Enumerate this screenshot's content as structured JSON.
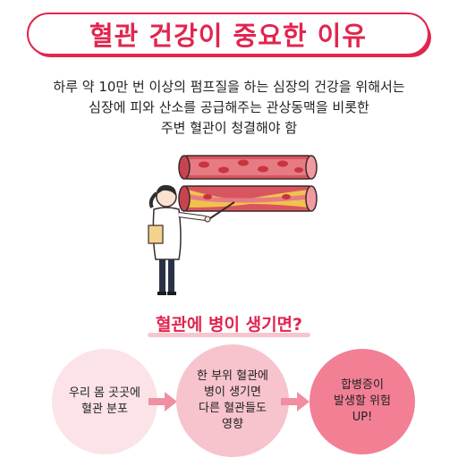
{
  "header": {
    "title": "혈관 건강이 중요한 이유"
  },
  "description": {
    "lines": [
      "하루 약 10만 번 이상의 펌프질을 하는 심장의 건강을 위해서는",
      "심장에 피와 산소를 공급해주는 관상동맥을 비롯한",
      "주변 혈관이 청결해야 함"
    ]
  },
  "section": {
    "title": "혈관에 병이 생기면?"
  },
  "steps": [
    {
      "lines": [
        "우리 몸 곳곳에",
        "혈관 분포"
      ]
    },
    {
      "lines": [
        "한 부위 혈관에",
        "병이 생기면",
        "다른 혈관들도",
        "영향"
      ]
    },
    {
      "lines": [
        "합병증이",
        "발생할 위험",
        "UP!"
      ]
    }
  ],
  "colors": {
    "accent": "#e0264f",
    "circle_light": "#fbe3e8",
    "circle_mid": "#f7c3cd",
    "circle_dark": "#f27f94",
    "arrow": "#ef8fa0"
  }
}
